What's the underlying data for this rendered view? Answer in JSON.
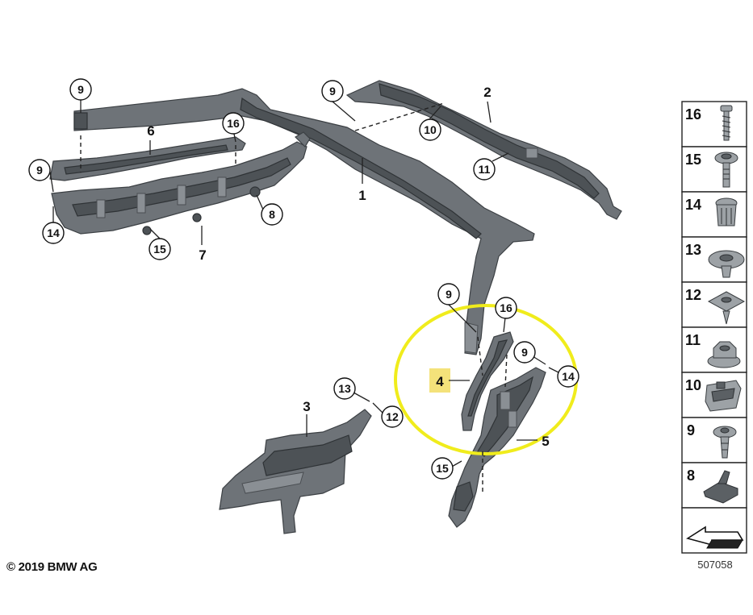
{
  "callouts": {
    "c9_topleft": "9",
    "c16_left": "16",
    "c9_left": "9",
    "c14_left": "14",
    "c15_left": "15",
    "c8": "8",
    "c9_top": "9",
    "c10": "10",
    "c11": "11",
    "c9_mid": "9",
    "c16_right": "16",
    "c9_right": "9",
    "c14_right": "14",
    "c13": "13",
    "c12": "12",
    "c15_bottom": "15"
  },
  "labels": {
    "l1": "1",
    "l2": "2",
    "l3": "3",
    "l4": "4",
    "l5": "5",
    "l6": "6",
    "l7": "7"
  },
  "legend": [
    "16",
    "15",
    "14",
    "13",
    "12",
    "11",
    "10",
    "9",
    "8"
  ],
  "footer": {
    "copyright": "© 2019 BMW AG",
    "drawing_id": "507058"
  },
  "colors": {
    "part": "#6e7378",
    "highlight_ellipse": "#f0ec1c",
    "highlight_label": "#f4e27a"
  }
}
